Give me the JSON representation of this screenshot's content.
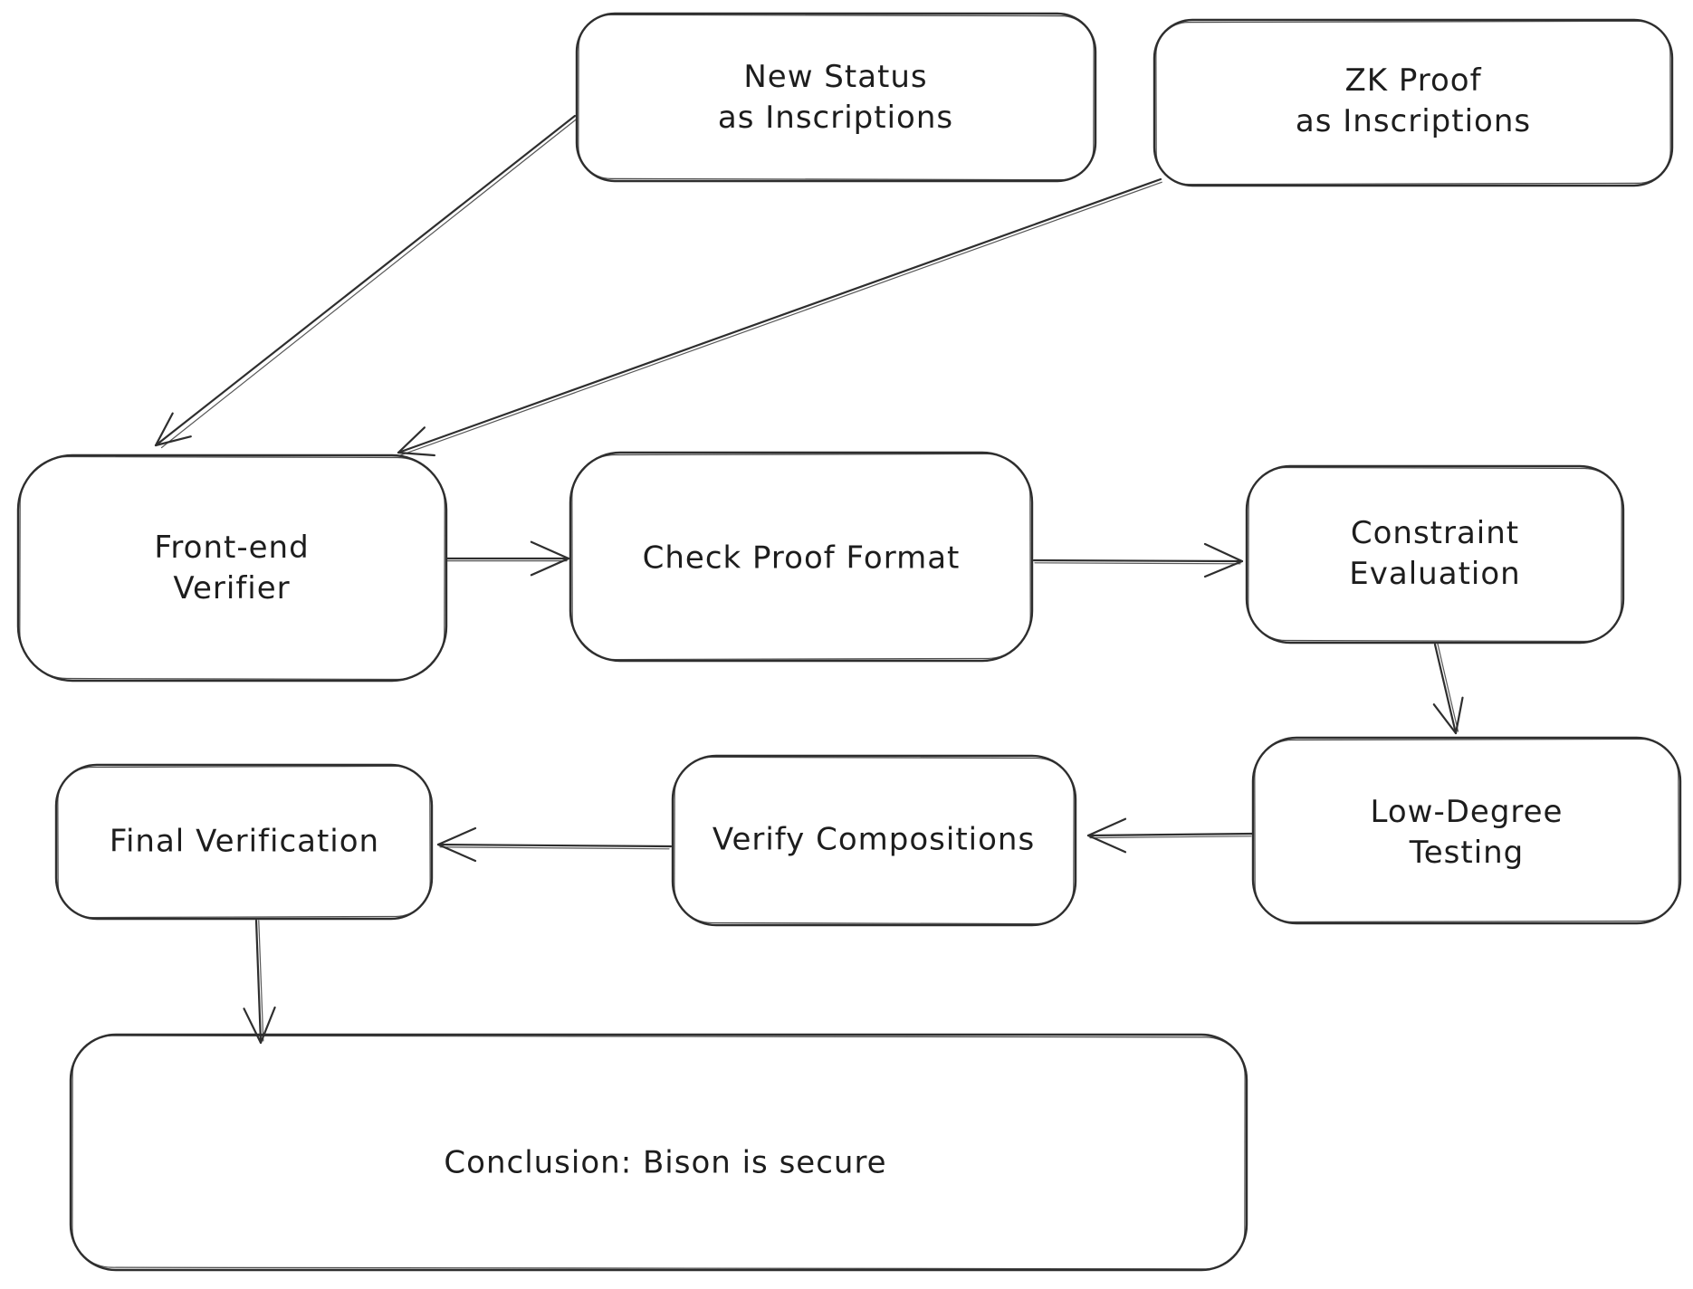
{
  "diagram": {
    "background_color": "#ffffff",
    "stroke_color": "#2e2e2e",
    "text_color": "#1d1d1d",
    "nodes": [
      {
        "id": "new-status",
        "label": "New Status\nas Inscriptions"
      },
      {
        "id": "zk-proof",
        "label": "ZK Proof\nas Inscriptions"
      },
      {
        "id": "front-end-verifier",
        "label": "Front-end\nVerifier"
      },
      {
        "id": "check-proof-format",
        "label": "Check Proof Format"
      },
      {
        "id": "constraint-evaluation",
        "label": "Constraint\nEvaluation"
      },
      {
        "id": "low-degree-testing",
        "label": "Low-Degree Testing"
      },
      {
        "id": "verify-compositions",
        "label": "Verify Compositions"
      },
      {
        "id": "final-verification",
        "label": "Final Verification"
      },
      {
        "id": "conclusion",
        "label": "Conclusion: Bison is secure"
      }
    ],
    "edges": [
      {
        "from": "new-status",
        "to": "front-end-verifier"
      },
      {
        "from": "zk-proof",
        "to": "front-end-verifier"
      },
      {
        "from": "front-end-verifier",
        "to": "check-proof-format"
      },
      {
        "from": "check-proof-format",
        "to": "constraint-evaluation"
      },
      {
        "from": "constraint-evaluation",
        "to": "low-degree-testing"
      },
      {
        "from": "low-degree-testing",
        "to": "verify-compositions"
      },
      {
        "from": "verify-compositions",
        "to": "final-verification"
      },
      {
        "from": "final-verification",
        "to": "conclusion"
      }
    ]
  }
}
